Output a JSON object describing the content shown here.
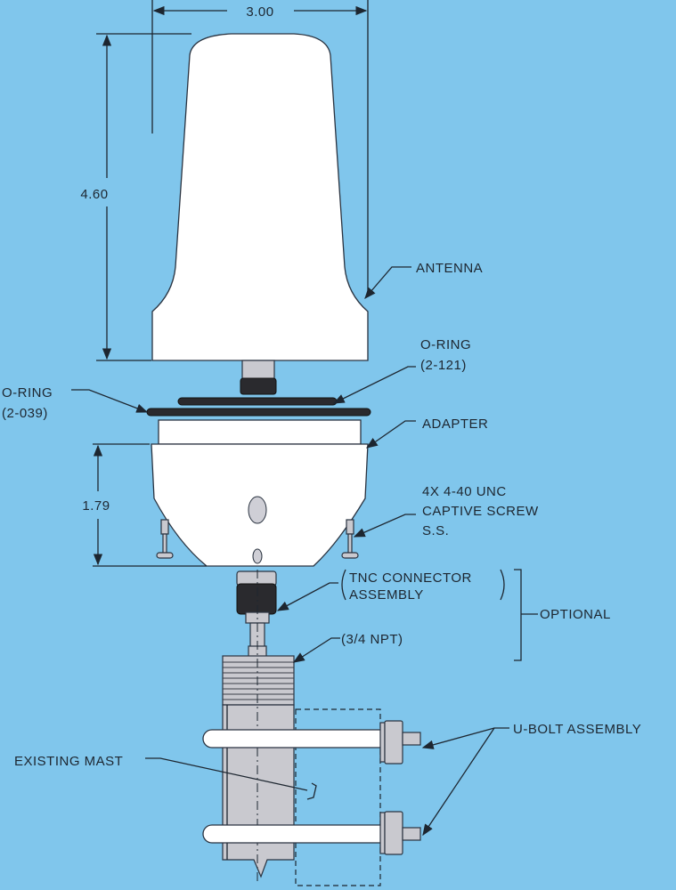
{
  "dimensions": {
    "width": "3.00",
    "antenna_height": "4.60",
    "adapter_height": "1.79"
  },
  "labels": {
    "antenna": "ANTENNA",
    "oring_small_title": "O-RING",
    "oring_small_part": "(2-121)",
    "oring_large_title": "O-RING",
    "oring_large_part": "(2-039)",
    "adapter": "ADAPTER",
    "screw_line1": "4X 4-40 UNC",
    "screw_line2": "CAPTIVE SCREW",
    "screw_line3": "S.S.",
    "tnc_line1": "TNC CONNECTOR",
    "tnc_line2": "ASSEMBLY",
    "optional": "OPTIONAL",
    "npt": "(3/4 NPT)",
    "ubolt": "U-BOLT ASSEMBLY",
    "mast": "EXISTING MAST"
  },
  "colors": {
    "background": "#80c6ec",
    "line": "#1d2630"
  }
}
